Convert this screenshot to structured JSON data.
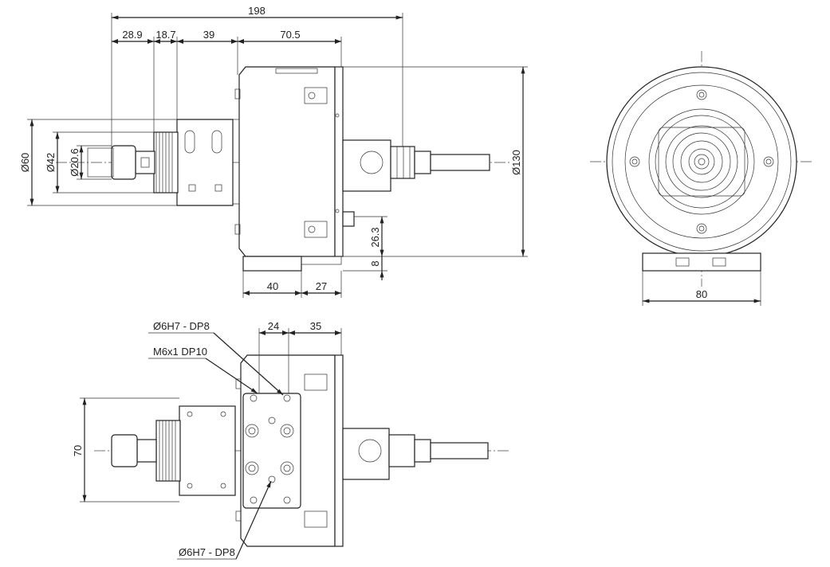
{
  "dimensions": {
    "overall_length": "198",
    "seg1": "28.9",
    "seg2": "18.7",
    "seg3": "39",
    "seg4": "70.5",
    "dia60": "Ø60",
    "dia42": "Ø42",
    "dia20": "Ø20.6",
    "dia130": "Ø130",
    "h26": "26.3",
    "h8": "8",
    "base40": "40",
    "base27": "27",
    "width80": "80",
    "top24": "24",
    "top35": "35",
    "height70": "70"
  },
  "callouts": {
    "pin_hole_top": "Ø6H7 - DP8",
    "thread_hole": "M6x1 DP10",
    "pin_hole_bottom": "Ø6H7 - DP8"
  }
}
